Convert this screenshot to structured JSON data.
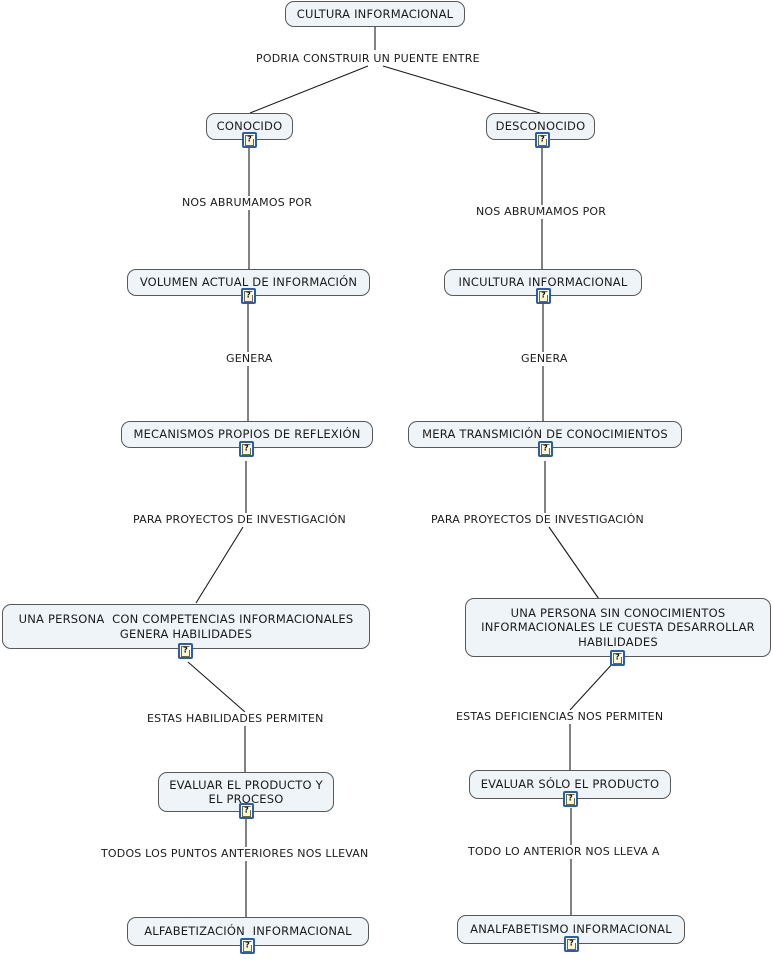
{
  "diagram": {
    "title": "CULTURA INFORMACIONAL",
    "type": "concept-map",
    "colors": {
      "node_fill": "#eef4f7",
      "node_border": "#585858",
      "link_stroke": "#1b1b1b",
      "badge_border": "#2a5db0",
      "badge_sheet": "#fbf6d8",
      "text": "#1b1b1b",
      "background": "#ffffff"
    },
    "badge_icon": "question-document-icon",
    "badge_glyph": "?",
    "nodes": [
      {
        "id": "root",
        "label": "CULTURA INFORMACIONAL"
      },
      {
        "id": "conocido",
        "label": "CONOCIDO"
      },
      {
        "id": "desconocido",
        "label": "DESCONOCIDO"
      },
      {
        "id": "volumen",
        "label": "VOLUMEN ACTUAL DE INFORMACIÓN"
      },
      {
        "id": "incultura",
        "label": "INCULTURA INFORMACIONAL"
      },
      {
        "id": "mecanismos",
        "label": "MECANISMOS PROPIOS DE REFLEXIÓN"
      },
      {
        "id": "transmicion",
        "label": "MERA TRANSMICIÓN DE CONOCIMIENTOS"
      },
      {
        "id": "persona-con",
        "label": "UNA PERSONA  CON COMPETENCIAS INFORMACIONALES\nGENERA HABILIDADES"
      },
      {
        "id": "persona-sin",
        "label": "UNA PERSONA SIN CONOCIMIENTOS\nINFORMACIONALES LE CUESTA DESARROLLAR\nHABILIDADES"
      },
      {
        "id": "evaluar-ambos",
        "label": "EVALUAR EL PRODUCTO Y\nEL PROCESO"
      },
      {
        "id": "evaluar-solo",
        "label": "EVALUAR SÓLO EL PRODUCTO"
      },
      {
        "id": "alfabetizacion",
        "label": "ALFABETIZACIÓN  INFORMACIONAL"
      },
      {
        "id": "analfabetismo",
        "label": "ANALFABETISMO INFORMACIONAL"
      }
    ],
    "link_labels": [
      {
        "id": "l-root",
        "text": "PODRIA CONSTRUIR UN PUENTE ENTRE"
      },
      {
        "id": "l-abruma-izq",
        "text": "NOS ABRUMAMOS POR"
      },
      {
        "id": "l-abruma-der",
        "text": "NOS ABRUMAMOS POR"
      },
      {
        "id": "l-genera-izq",
        "text": "GENERA"
      },
      {
        "id": "l-genera-der",
        "text": "GENERA"
      },
      {
        "id": "l-proy-izq",
        "text": "PARA PROYECTOS DE INVESTIGACIÓN"
      },
      {
        "id": "l-proy-der",
        "text": "PARA PROYECTOS DE INVESTIGACIÓN"
      },
      {
        "id": "l-hab-izq",
        "text": "ESTAS HABILIDADES PERMITEN"
      },
      {
        "id": "l-def-der",
        "text": "ESTAS DEFICIENCIAS NOS PERMITEN"
      },
      {
        "id": "l-todos-izq",
        "text": "TODOS LOS PUNTOS ANTERIORES NOS LLEVAN"
      },
      {
        "id": "l-todo-der",
        "text": "TODO LO ANTERIOR NOS LLEVA A"
      }
    ]
  }
}
